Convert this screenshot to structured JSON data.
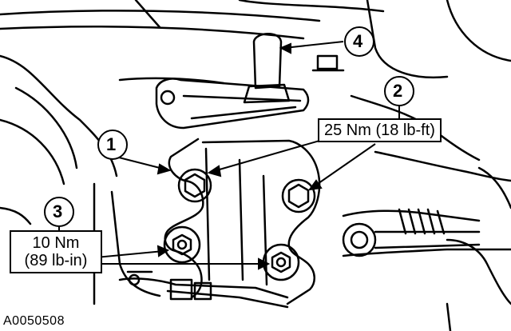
{
  "figure_id": "A0050508",
  "callouts": [
    "1",
    "2",
    "3",
    "4"
  ],
  "torque_specs": {
    "upper_bolts": "25 Nm (18 lb-ft)",
    "lower_nuts_line1": "10 Nm",
    "lower_nuts_line2": "(89 lb-in)"
  }
}
